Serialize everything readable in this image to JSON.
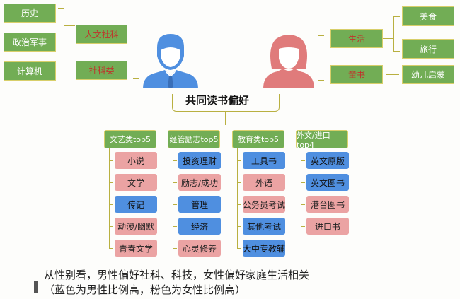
{
  "male": {
    "leaves": [
      "历史",
      "政治军事",
      "计算机"
    ],
    "categories": [
      "人文社科",
      "社科类"
    ]
  },
  "female": {
    "categories": [
      "生活",
      "童书"
    ],
    "leaves": [
      "美食",
      "旅行",
      "幼儿启蒙"
    ]
  },
  "title": "共同读书偏好",
  "columns": [
    {
      "header": "文艺类top5",
      "items": [
        {
          "label": "小说",
          "gender": "female"
        },
        {
          "label": "文学",
          "gender": "female"
        },
        {
          "label": "传记",
          "gender": "male"
        },
        {
          "label": "动漫/幽默",
          "gender": "female"
        },
        {
          "label": "青春文学",
          "gender": "female"
        }
      ]
    },
    {
      "header": "经管励志top5",
      "items": [
        {
          "label": "投资理财",
          "gender": "male"
        },
        {
          "label": "励志/成功",
          "gender": "female"
        },
        {
          "label": "管理",
          "gender": "male"
        },
        {
          "label": "经济",
          "gender": "male"
        },
        {
          "label": "心灵修养",
          "gender": "female"
        }
      ]
    },
    {
      "header": "教育类top5",
      "items": [
        {
          "label": "工具书",
          "gender": "male"
        },
        {
          "label": "外语",
          "gender": "female"
        },
        {
          "label": "公务员考试",
          "gender": "female"
        },
        {
          "label": "其他考试",
          "gender": "male"
        },
        {
          "label": "大中专教辅",
          "gender": "male"
        }
      ]
    },
    {
      "header": "外文/进口top4",
      "items": [
        {
          "label": "英文原版",
          "gender": "male"
        },
        {
          "label": "英文图书",
          "gender": "male"
        },
        {
          "label": "港台图书",
          "gender": "female"
        },
        {
          "label": "进口书",
          "gender": "female"
        }
      ]
    }
  ],
  "caption": {
    "line1": "从性别看，男性偏好社科、科技，女性偏好家庭生活相关",
    "line2": "（蓝色为男性比例高，粉色为女性比例高）"
  },
  "colors": {
    "male": "#4f8fe0",
    "female": "#eba3a3",
    "green": "#72ad55"
  }
}
